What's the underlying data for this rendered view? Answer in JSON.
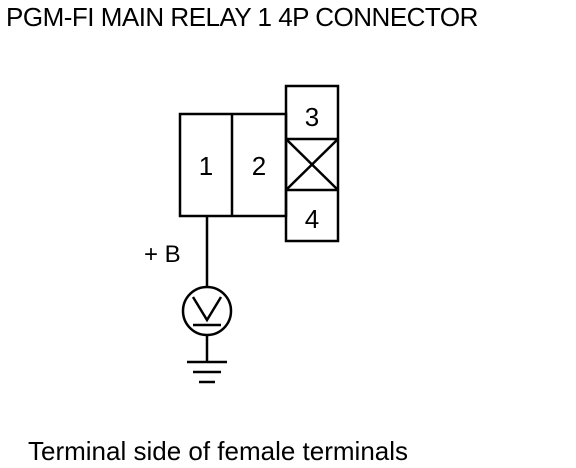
{
  "title": "PGM-FI MAIN RELAY 1 4P CONNECTOR",
  "caption": "Terminal side of female terminals",
  "connector": {
    "terminals": [
      "1",
      "2",
      "3",
      "4"
    ]
  },
  "probe": {
    "label": "+ B",
    "meter_symbol": "V"
  }
}
